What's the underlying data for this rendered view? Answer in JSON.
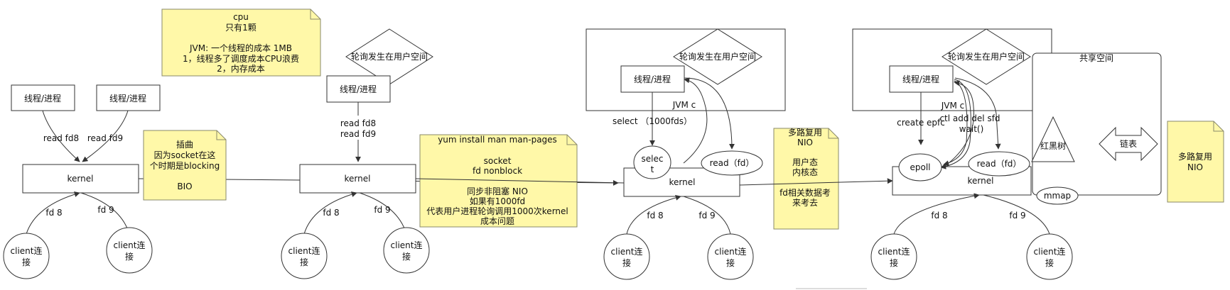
{
  "stage1": {
    "thread_a": "线程/进程",
    "thread_b": "线程/进程",
    "read_fd8": "read fd8",
    "read_fd9": "read fd9",
    "kernel": "kernel",
    "fd8": "fd 8",
    "fd9": "fd 9",
    "client_a": [
      "client连",
      "接"
    ],
    "client_b": [
      "client连",
      "接"
    ]
  },
  "cpu_note": [
    "cpu",
    "只有1颗",
    "",
    "JVM: 一个线程的成本  1MB",
    "1，线程多了调度成本CPU浪费",
    "2，内存成本"
  ],
  "bio_note": [
    "插曲",
    "因为socket在这",
    "个时期是blocking",
    "",
    "BIO"
  ],
  "stage2": {
    "diamond": "轮询发生在用户空间",
    "thread": "线程/进程",
    "read_lines": [
      "read fd8",
      "read fd9"
    ],
    "kernel": "kernel",
    "fd8": "fd 8",
    "fd9": "fd 9",
    "client_a": [
      "client连",
      "接"
    ],
    "client_b": [
      "client连",
      "接"
    ]
  },
  "nio_note": [
    "yum install man  man-pages",
    "",
    "socket",
    "fd nonblock",
    "",
    "同步非阻塞   NIO",
    "如果有1000fd",
    "代表用户进程轮询调用1000次kernel",
    "成本问题"
  ],
  "stage3": {
    "diamond": "轮询发生在用户空间",
    "thread": "线程/进程",
    "jvm": "JVM   c",
    "select_label": "select （1000fds）",
    "select_node": [
      "selec",
      "t"
    ],
    "read_fd": "read（fd）",
    "kernel": "kernel",
    "fd8": "fd 8",
    "fd9": "fd 9",
    "client_a": [
      "client连",
      "接"
    ],
    "client_b": [
      "client连",
      "接"
    ]
  },
  "mux_note": [
    "多路复用",
    "NIO",
    "",
    "用户态",
    "内核态",
    "",
    "fd相关数据考",
    "来考去"
  ],
  "stage4": {
    "diamond": "轮询发生在用户空间",
    "thread": "线程/进程",
    "jvm": "JVM   c",
    "create": "create epfc",
    "ctl": "ctl add del sfd",
    "wait": "wait()",
    "epoll": "epoll",
    "read_fd": "read（fd）",
    "kernel": "kernel",
    "shared": "共享空间",
    "rbtree": "红黑树",
    "list": "链表",
    "mmap": "mmap",
    "fd8": "fd 8",
    "fd9": "fd 9",
    "client_a": [
      "client连",
      "接"
    ],
    "client_b": [
      "client连",
      "接"
    ]
  },
  "right_note": [
    "多路复用",
    "NIO"
  ],
  "colors": {
    "note_fill": "#fff8a8",
    "note_stroke": "#8a8a6a",
    "line": "#333333"
  }
}
